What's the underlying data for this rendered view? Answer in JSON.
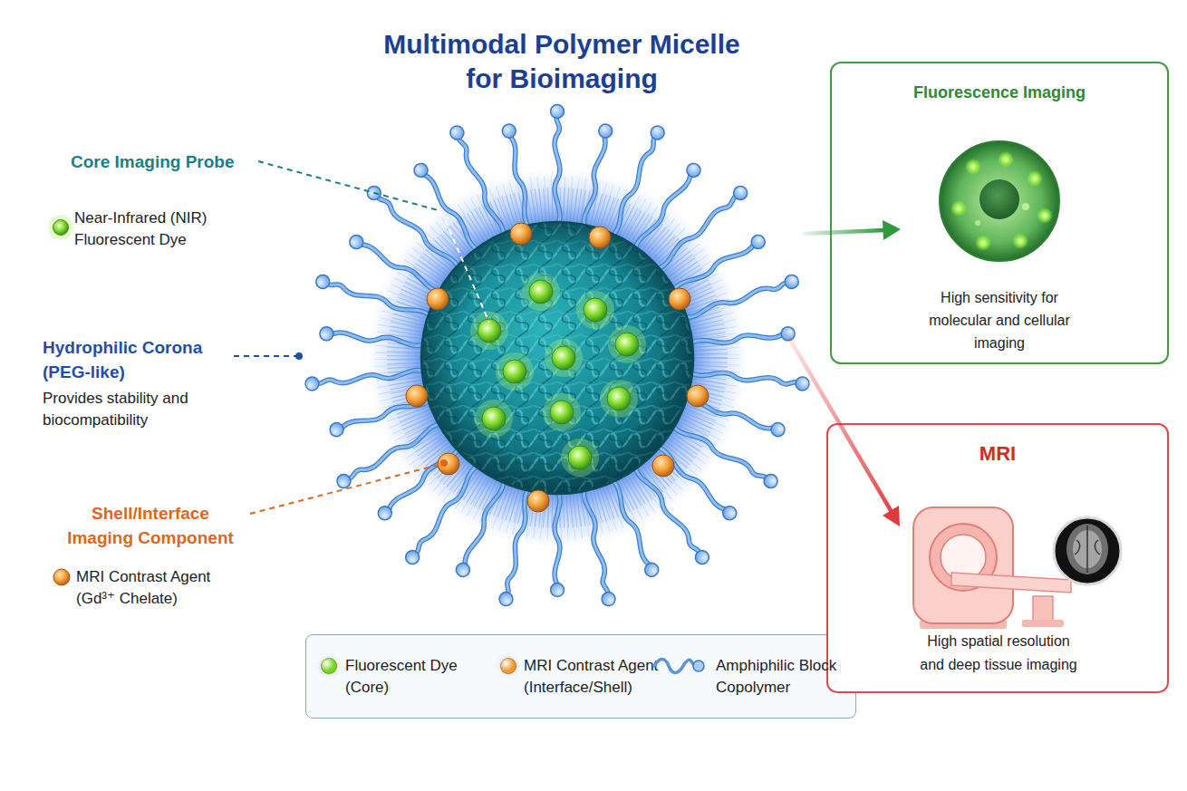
{
  "diagram": {
    "title": "Multimodal Polymer Micelle for Bioimaging",
    "nodes": [
      {
        "text": [
          "Fluorescence Imaging",
          "High sensitivity for molecular and cellular imaging"
        ]
      },
      {
        "text": [
          "MRI",
          "High spatial resolution and deep tissue imaging"
        ]
      }
    ],
    "labels": [
      "Core Imaging Probe",
      "Near-Infrared (NIR) Fluorescent Dye",
      "Hydrophilic Corona (PEG-like)",
      "Provides stability and biocompatibility",
      "Shell/Interface Imaging Component",
      "MRI Contrast Agent (Gd³⁺ Chelate)"
    ],
    "legend": [
      {
        "text": "Fluorescent Dye (Core)",
        "color": "#7ed321"
      },
      {
        "text": "MRI Contrast Agent (Interface/Shell)",
        "color": "#f09a30"
      },
      {
        "text": "Amphiphilic Block Copolymer"
      }
    ]
  }
}
